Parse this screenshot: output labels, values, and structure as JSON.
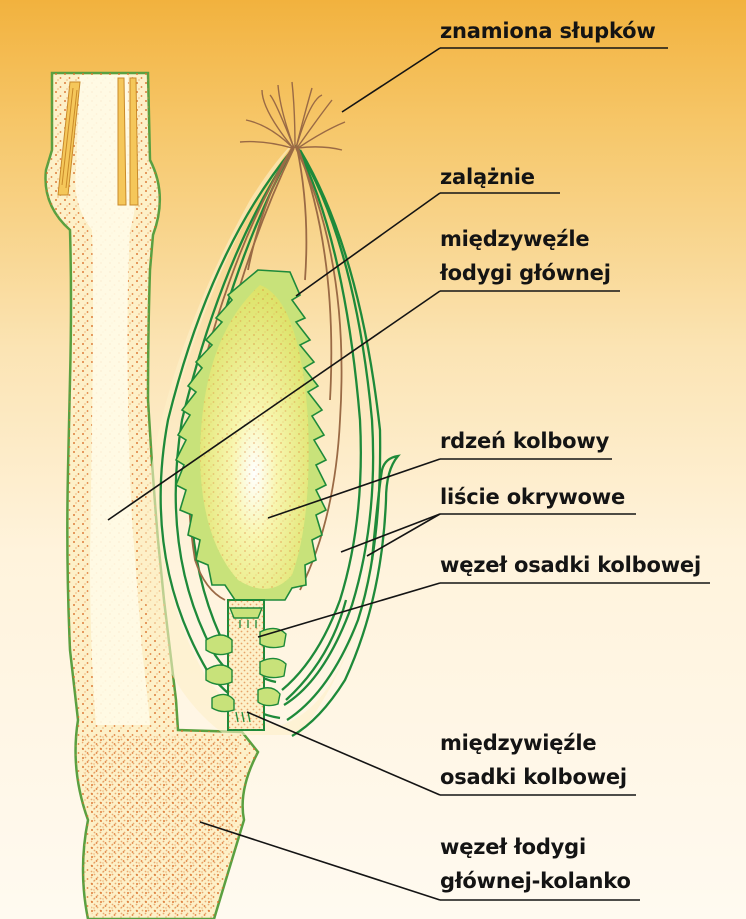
{
  "colors": {
    "stem_fill": "#fdf0c8",
    "dots": "#d9702a",
    "green": "#1e8a3a",
    "brown": "#9a6a45",
    "core": "#eef07a",
    "line": "#141414"
  },
  "labels": {
    "stigmas": "znamiona słupków",
    "ovaries": "zalążnie",
    "main_internode_l1": "międzywęźle",
    "main_internode_l2": "łodygi głównej",
    "cob_core": "rdzeń kolbowy",
    "husk_leaves": "liście okrywowe",
    "shank_node": "węzeł osadki kolbowej",
    "shank_internode_l1": "międzywięźle",
    "shank_internode_l2": "osadki kolbowej",
    "stem_node_l1": "węzeł łodygi",
    "stem_node_l2": "głównej-kolanko"
  }
}
